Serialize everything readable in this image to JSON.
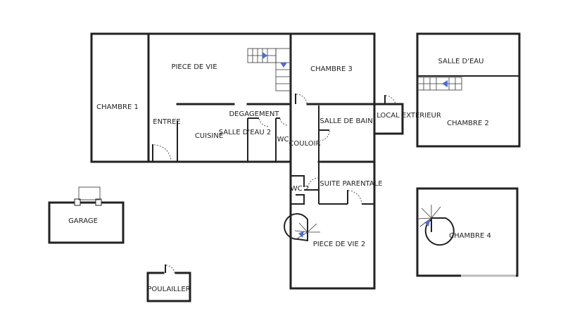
{
  "rooms": {
    "chambre1": "CHAMBRE 1",
    "piece_de_vie": "PIECE DE VIE",
    "chambre3": "CHAMBRE 3",
    "salle_deau": "SALLE D'EAU",
    "chambre2": "CHAMBRE 2",
    "entree": "ENTREE",
    "cuisine": "CUISINE",
    "degagement": "DEGAGEMENT",
    "salle_deau2": "SALLE D'EAU 2",
    "wc": "WC",
    "couloir": "COULOIR",
    "salle_de_bain": "SALLE DE BAIN",
    "local_exterieur": "LOCAL EXTERIEUR",
    "suite_parentale": "SUITE PARENTALE",
    "wc2": "WC 2",
    "garage": "GARAGE",
    "piece_de_vie2": "PIECE DE VIE 2",
    "chambre4": "CHAMBRE 4",
    "poulailler": "POULAILLER"
  },
  "colors": {
    "wall": "#222222",
    "stair_arrow": "#4a6fd0"
  }
}
